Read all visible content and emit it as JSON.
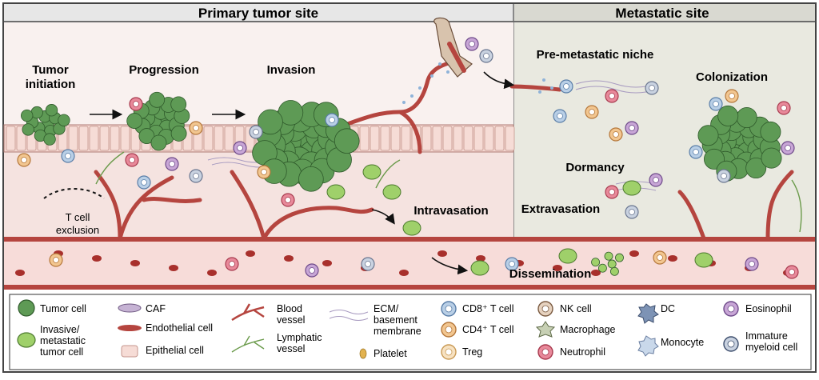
{
  "headers": {
    "primary": "Primary tumor site",
    "metastatic": "Metastatic site"
  },
  "stages": {
    "initiation_line1": "Tumor",
    "initiation_line2": "initiation",
    "progression": "Progression",
    "invasion": "Invasion",
    "intravasation": "Intravasation",
    "dissemination": "Dissemination",
    "extravasation": "Extravasation",
    "premetastatic": "Pre-metastatic niche",
    "dormancy": "Dormancy",
    "colonization": "Colonization",
    "exclusion_line1": "T cell",
    "exclusion_line2": "exclusion"
  },
  "legend": {
    "tumor_cell": "Tumor cell",
    "invasive_line1": "Invasive/",
    "invasive_line2": "metastatic",
    "invasive_line3": "tumor cell",
    "caf": "CAF",
    "endothelial": "Endothelial cell",
    "epithelial": "Epithelial cell",
    "blood_line1": "Blood",
    "blood_line2": "vessel",
    "lymph_line1": "Lymphatic",
    "lymph_line2": "vessel",
    "ecm_line1": "ECM/",
    "ecm_line2": "basement",
    "ecm_line3": "membrane",
    "platelet": "Platelet",
    "cd8": "CD8⁺ T cell",
    "cd4": "CD4⁺ T cell",
    "treg": "Treg",
    "nk": "NK cell",
    "macrophage": "Macrophage",
    "neutrophil": "Neutrophil",
    "dc": "DC",
    "monocyte": "Monocyte",
    "eosinophil": "Eosinophil",
    "immature_line1": "Immature",
    "immature_line2": "myeloid cell"
  },
  "colors": {
    "tumor": "#5e9a55",
    "invasive": "#9fd06a",
    "vessel": "#b5453f",
    "stroma": "#f5e3e0",
    "metastatic_bg": "#e9e9e0",
    "blood_bg": "#f7dcd9"
  }
}
